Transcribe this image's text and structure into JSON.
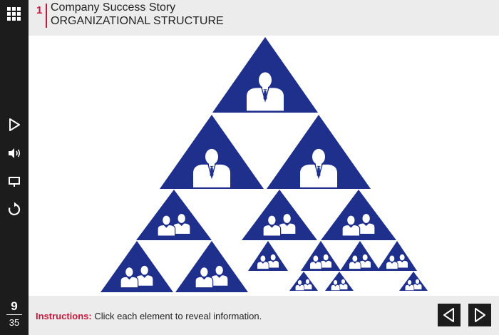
{
  "sidebar": {
    "menu_icon": "grid-menu-icon",
    "buttons": [
      {
        "name": "play-button",
        "icon": "play-icon"
      },
      {
        "name": "volume-button",
        "icon": "volume-icon"
      },
      {
        "name": "captions-button",
        "icon": "captions-icon"
      },
      {
        "name": "replay-button",
        "icon": "replay-icon"
      }
    ],
    "page_current": "9",
    "page_total": "35"
  },
  "header": {
    "slide_number": "1",
    "course_title": "Company Success Story",
    "slide_title": "ORGANIZATIONAL STRUCTURE"
  },
  "pyramid": {
    "color": "#1e2f8c",
    "nodes": [
      {
        "level": "executive",
        "icon": "person-icon"
      },
      {
        "level": "manager",
        "icon": "person-icon"
      },
      {
        "level": "manager",
        "icon": "person-icon"
      },
      {
        "level": "team",
        "icon": "group-icon"
      },
      {
        "level": "team",
        "icon": "group-icon"
      },
      {
        "level": "team",
        "icon": "group-icon"
      },
      {
        "level": "team",
        "icon": "group-icon"
      },
      {
        "level": "team",
        "icon": "group-icon"
      },
      {
        "level": "sub-team",
        "icon": "group-icon"
      },
      {
        "level": "sub-team",
        "icon": "group-icon"
      },
      {
        "level": "sub-team",
        "icon": "group-icon"
      },
      {
        "level": "sub-team",
        "icon": "group-icon"
      },
      {
        "level": "sub-team",
        "icon": "group-icon"
      },
      {
        "level": "sub-team",
        "icon": "group-icon"
      },
      {
        "level": "sub-team",
        "icon": "group-icon"
      }
    ]
  },
  "footer": {
    "instructions_label": "Instructions:",
    "instructions_text": "Click each element to reveal information.",
    "prev_icon": "arrow-left-icon",
    "next_icon": "arrow-right-icon"
  },
  "colors": {
    "accent": "#c8193c",
    "sidebar": "#1c1c1c",
    "header_bg": "#ececec",
    "pyramid": "#1e2f8c"
  }
}
